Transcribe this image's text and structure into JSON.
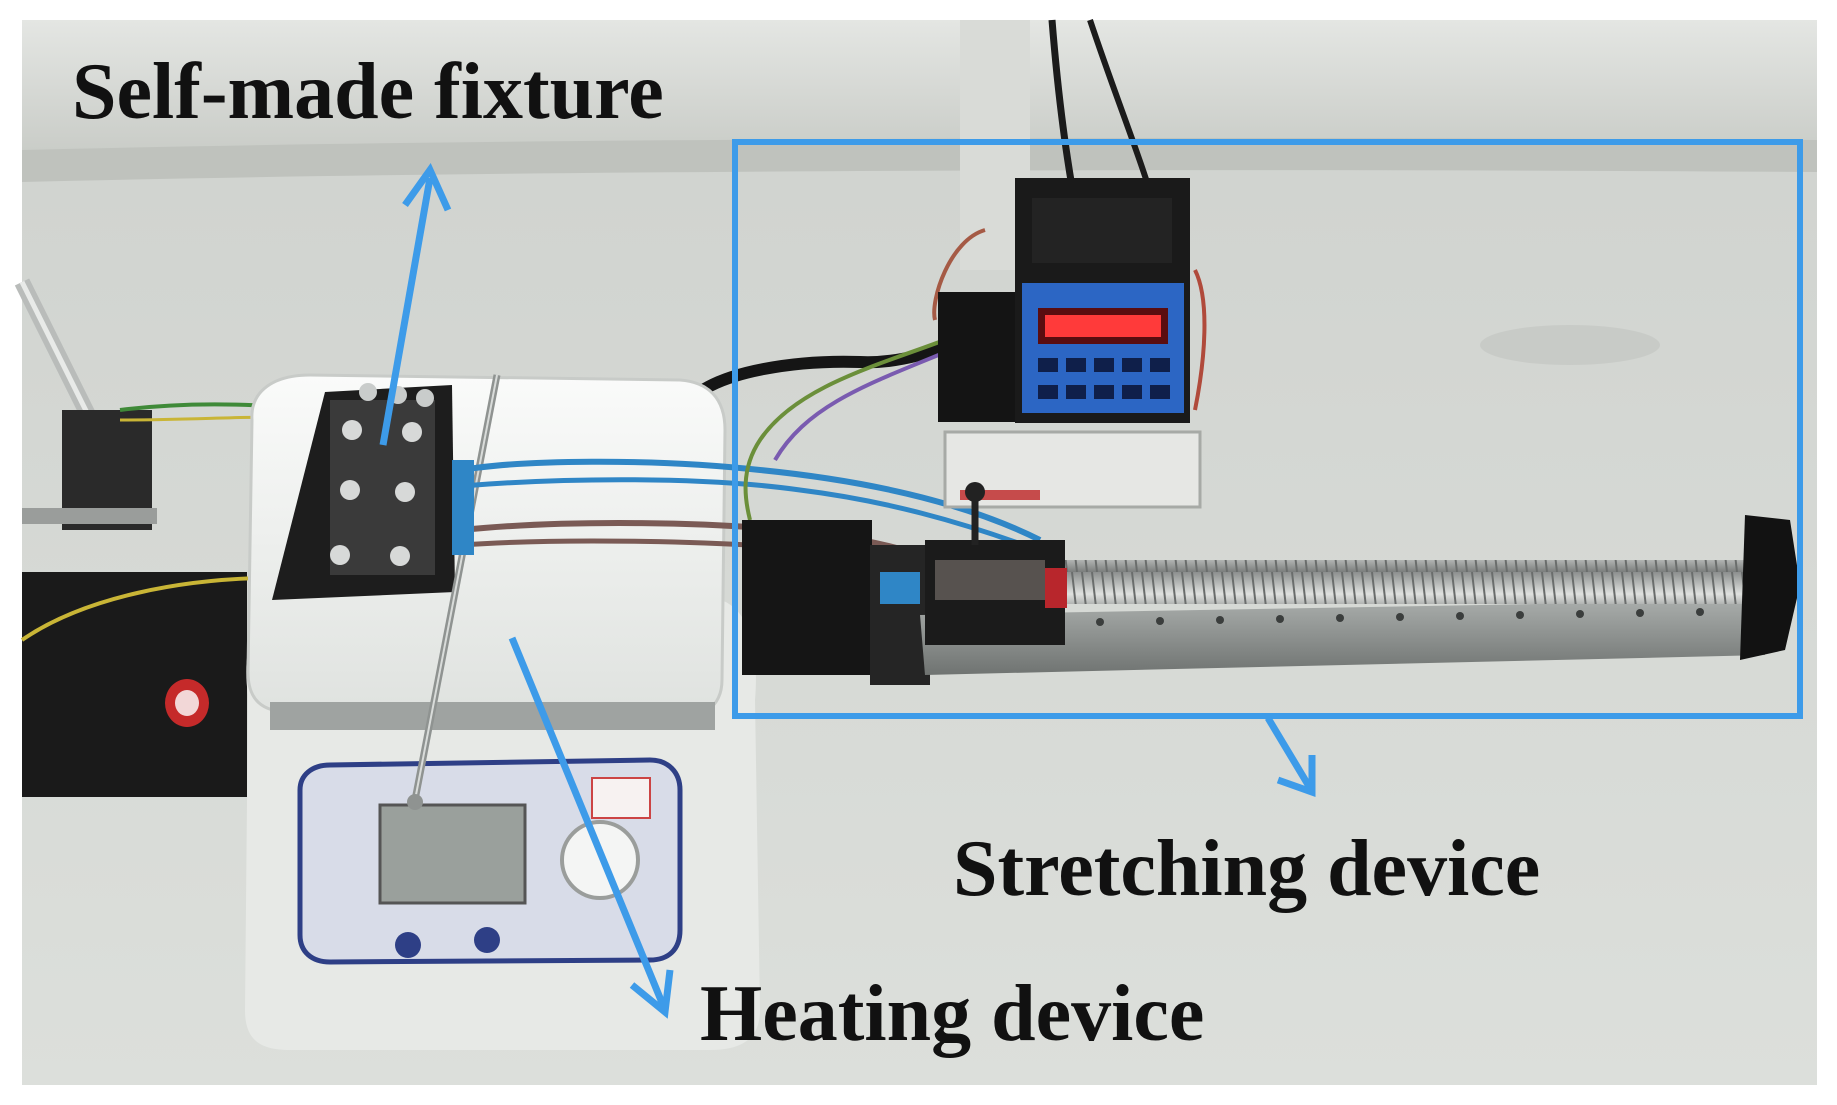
{
  "labels": {
    "fixture": "Self-made fixture",
    "stretching": "Stretching device",
    "heating": "Heating device"
  },
  "colors": {
    "annotation_blue": "#3d9be9",
    "label_text": "#111111",
    "bench": "#d5d8d4",
    "wall": "#c9ccc7",
    "hotplate_white": "#eceeec",
    "controller_display": "#ff3a3a"
  },
  "scene": {
    "objects": [
      "self-made-fixture",
      "hotplate-stirrer",
      "thermometer-probe",
      "motor-controller",
      "power-supply",
      "ball-screw-linear-stage",
      "stepper-motor",
      "retort-stand-clamp"
    ]
  }
}
